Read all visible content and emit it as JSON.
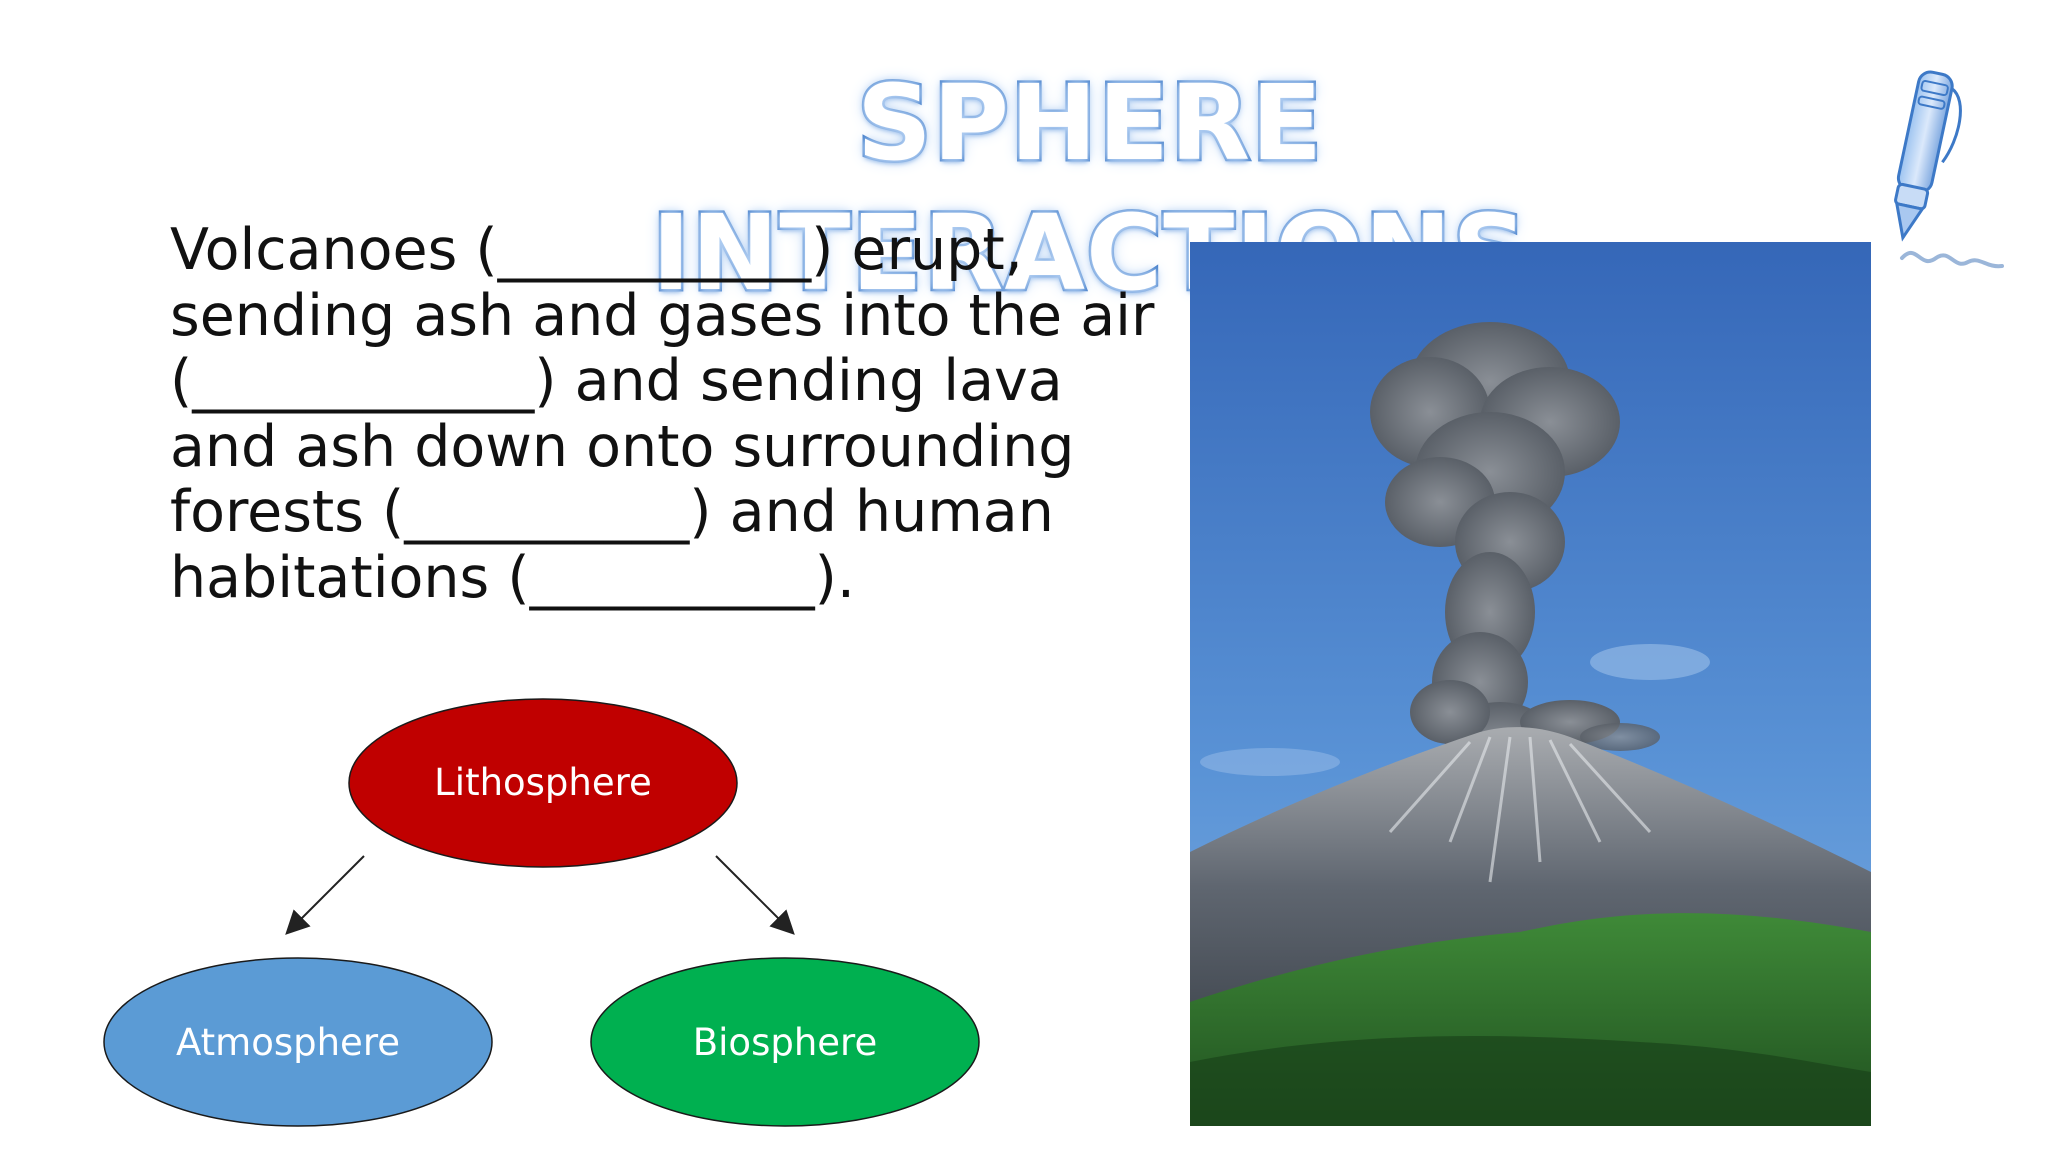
{
  "slide": {
    "title": "SPHERE INTERACTIONS",
    "paragraph_lines": [
      "Volcanoes (___________) erupt,",
      "sending ash and gases into the air",
      "(____________) and sending lava",
      "and ash down onto surrounding",
      "forests (__________) and human",
      "habitations (__________)."
    ]
  },
  "diagram": {
    "nodes": [
      {
        "id": "lithosphere",
        "label": "Lithosphere",
        "color": "#c00000"
      },
      {
        "id": "atmosphere",
        "label": "Atmosphere",
        "color": "#5b9bd5"
      },
      {
        "id": "biosphere",
        "label": "Biosphere",
        "color": "#00b050"
      }
    ],
    "edges": [
      {
        "from": "lithosphere",
        "to": "atmosphere"
      },
      {
        "from": "lithosphere",
        "to": "biosphere"
      }
    ]
  },
  "colors": {
    "title_outline": "#3d79c7",
    "text": "#111111",
    "arrow": "#222222",
    "sky": "#3a78c9",
    "ash": "#6e737a",
    "forest": "#2f7a2f"
  },
  "icons": {
    "pen": "pen-icon"
  }
}
